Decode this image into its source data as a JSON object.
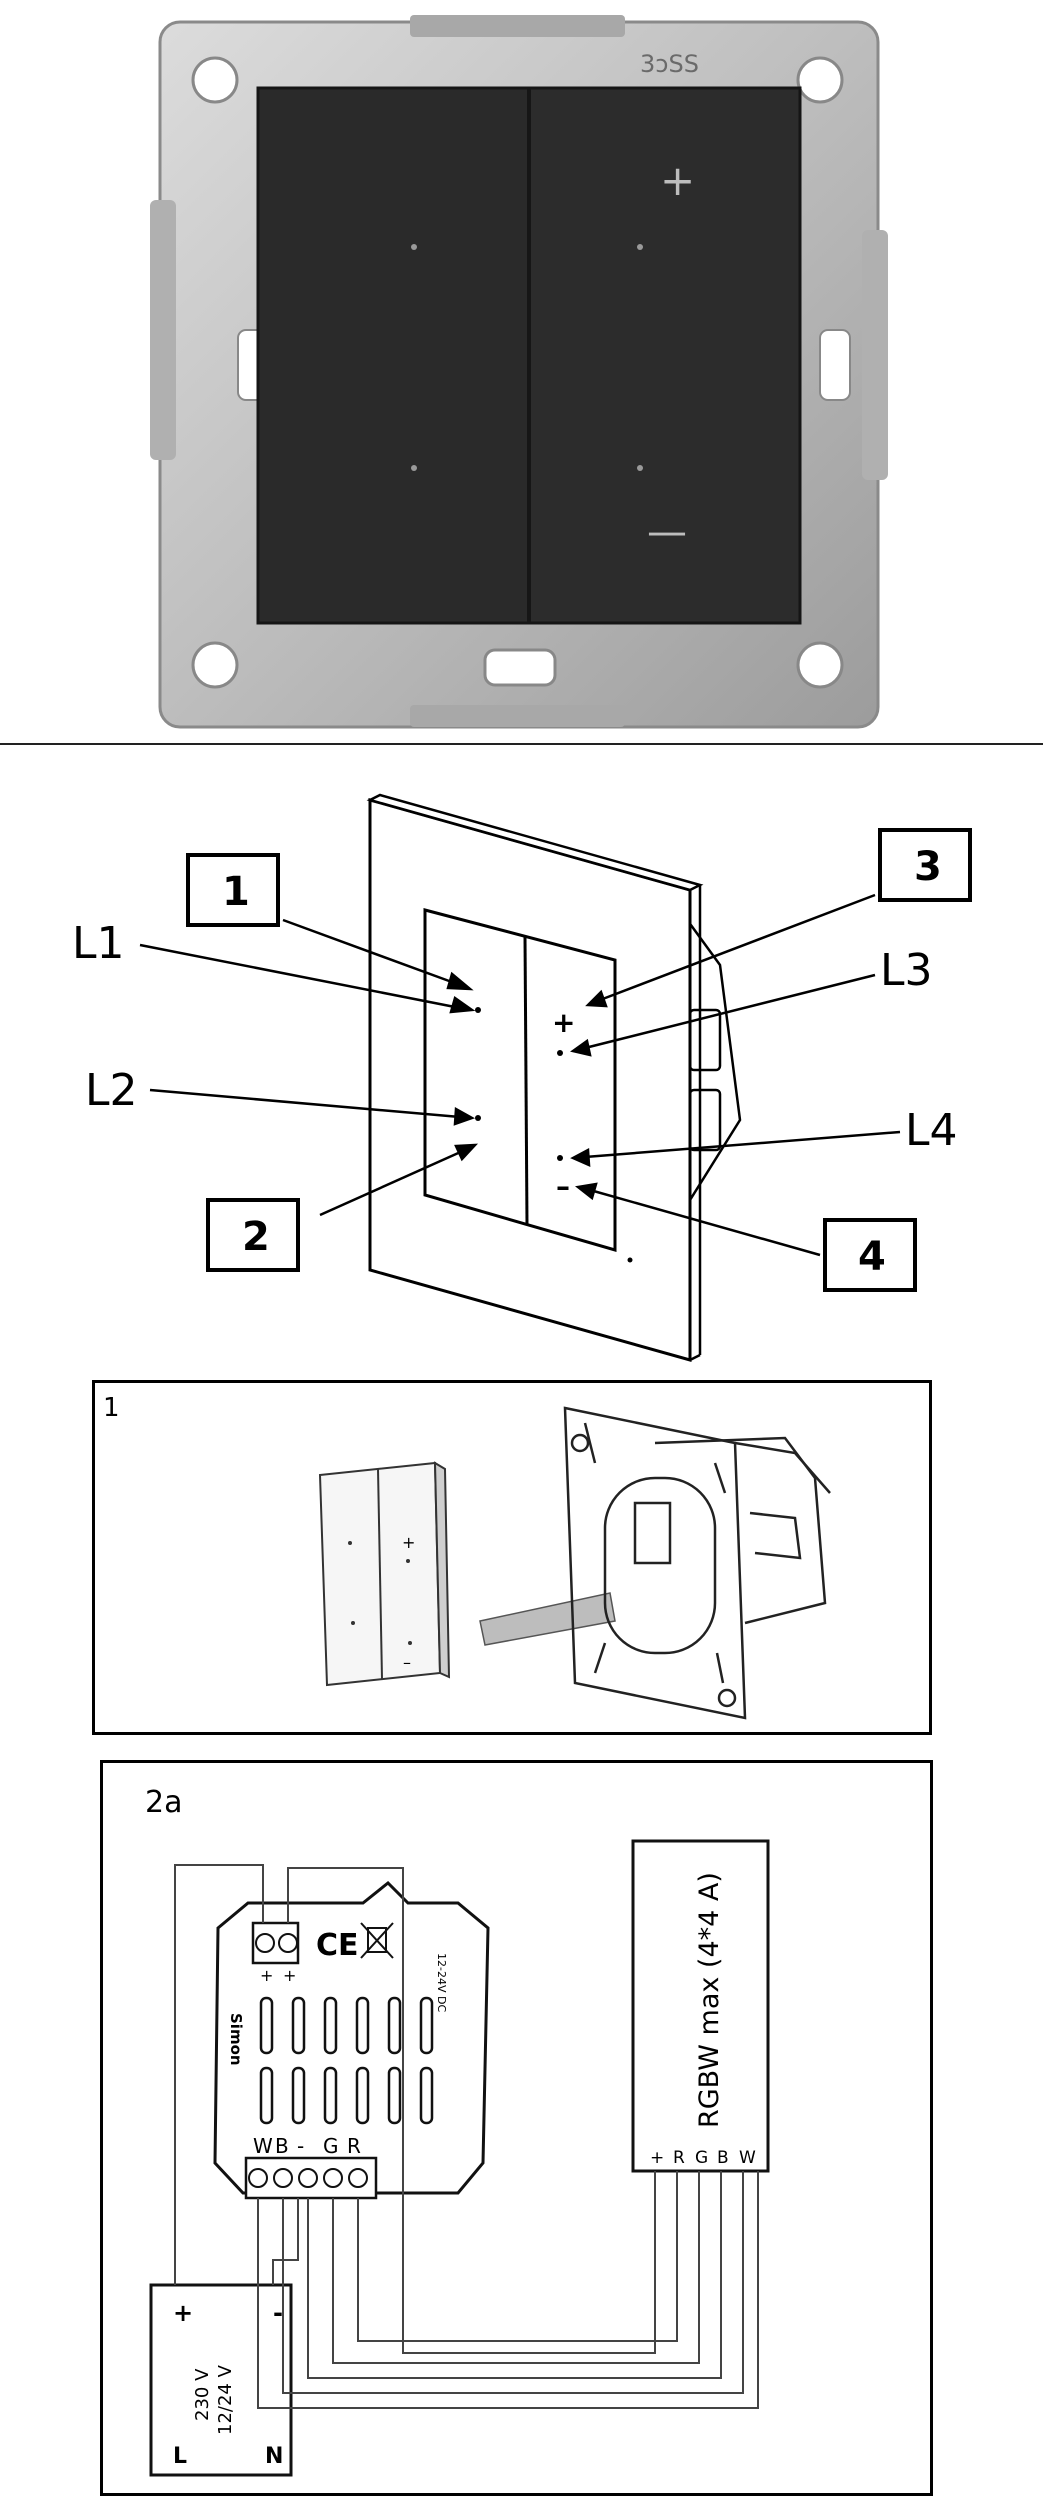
{
  "photo": {
    "frame_mark": "3ɔSS",
    "plus_symbol": "+",
    "minus_symbol": "—"
  },
  "diagram1": {
    "callouts": [
      "1",
      "2",
      "3",
      "4"
    ],
    "leds": [
      "L1",
      "L2",
      "L3",
      "L4"
    ],
    "plus_mark": "+",
    "minus_mark": "–"
  },
  "panel1": {
    "label": "1"
  },
  "panel2a": {
    "label": "2a",
    "module": {
      "brand": "Simon",
      "voltage": "12-24V DC",
      "ce_mark": "CE",
      "input_terminals": [
        "+",
        "+"
      ],
      "output_terminals": [
        "W",
        "B",
        "-",
        "G",
        "R"
      ]
    },
    "rgbw": {
      "title": "RGBW max (4*4 A)",
      "pins": [
        "+",
        "R",
        "G",
        "B",
        "W"
      ]
    },
    "psu": {
      "plus": "+",
      "minus": "-",
      "line1": "230 V",
      "line2": "12/24 V",
      "l": "L",
      "n": "N"
    }
  }
}
